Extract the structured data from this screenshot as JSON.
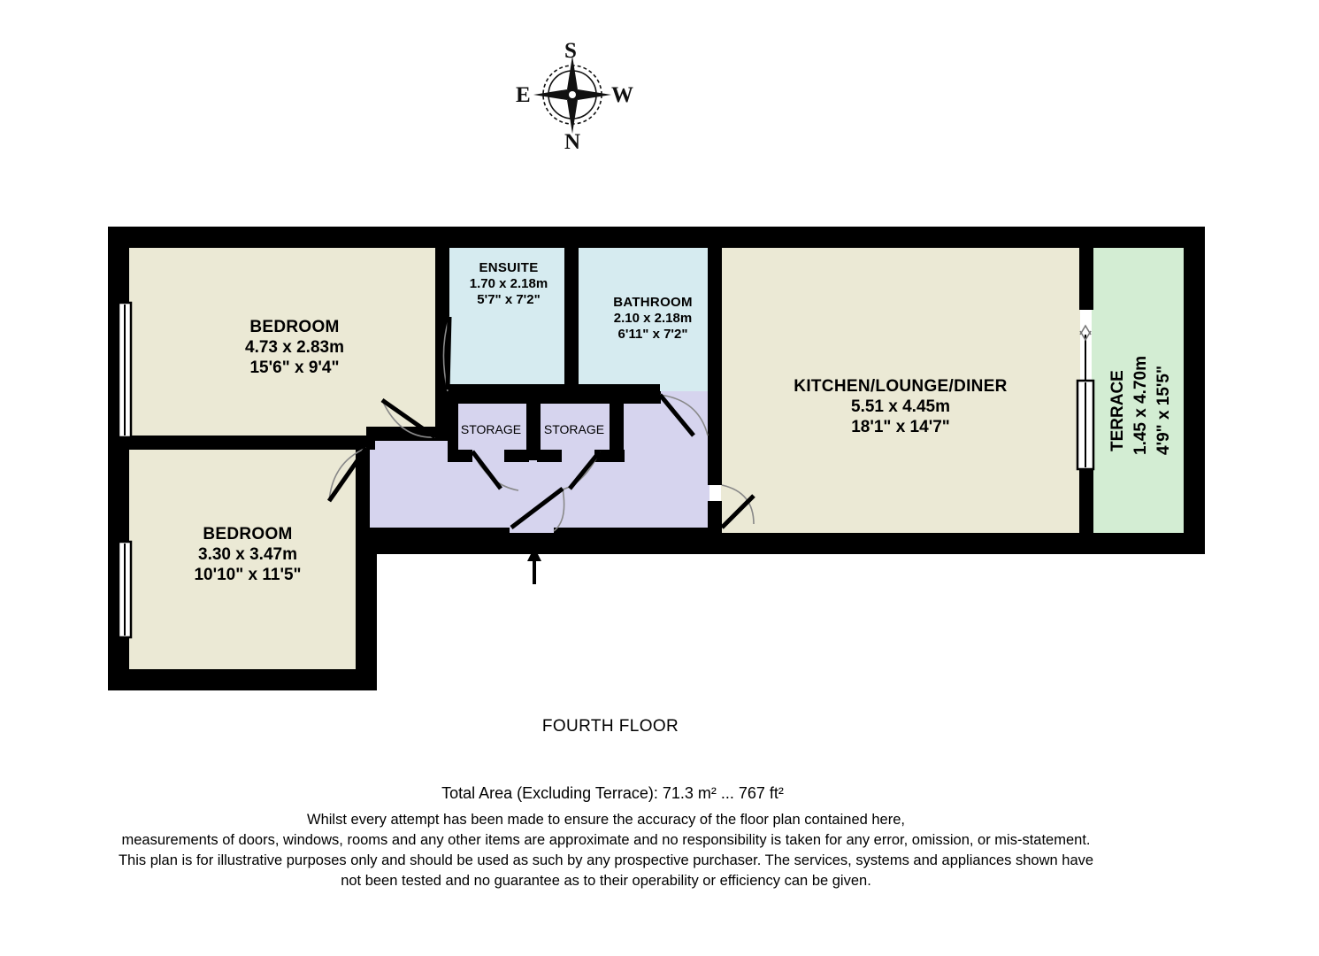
{
  "compass": {
    "name": "compass-rose",
    "north": "N",
    "south": "S",
    "east": "E",
    "west": "W"
  },
  "floor": {
    "label": "FOURTH FLOOR",
    "total_area": "Total Area (Excluding Terrace): 71.3 m² ... 767 ft²"
  },
  "colors": {
    "wall": "#000000",
    "room_cream": "#ebe9d5",
    "room_blue": "#d6ebf0",
    "room_lavender": "#d6d4ee",
    "room_green": "#d3edd3",
    "window_fill": "#ffffff",
    "background": "#ffffff"
  },
  "rooms": [
    {
      "key": "bedroom_1",
      "name": "BEDROOM",
      "metric": "4.73 x 2.83m",
      "imperial": "15'6\" x 9'4\"",
      "fill": "#ebe9d5"
    },
    {
      "key": "bedroom_2",
      "name": "BEDROOM",
      "metric": "3.30 x 3.47m",
      "imperial": "10'10\" x 11'5\"",
      "fill": "#ebe9d5"
    },
    {
      "key": "ensuite",
      "name": "ENSUITE",
      "metric": "1.70 x 2.18m",
      "imperial": "5'7\" x 7'2\"",
      "fill": "#d6ebf0"
    },
    {
      "key": "bathroom",
      "name": "BATHROOM",
      "metric": "2.10 x 2.18m",
      "imperial": "6'11\" x 7'2\"",
      "fill": "#d6ebf0"
    },
    {
      "key": "kitchen",
      "name": "KITCHEN/LOUNGE/DINER",
      "metric": "5.51 x 4.45m",
      "imperial": "18'1\" x 14'7\"",
      "fill": "#ebe9d5"
    },
    {
      "key": "terrace",
      "name": "TERRACE",
      "metric": "1.45 x 4.70m",
      "imperial": "4'9\" x 15'5\"",
      "fill": "#d3edd3"
    },
    {
      "key": "storage_1",
      "name": "STORAGE",
      "metric": "",
      "imperial": "",
      "fill": "#d6d4ee"
    },
    {
      "key": "storage_2",
      "name": "STORAGE",
      "metric": "",
      "imperial": "",
      "fill": "#d6d4ee"
    },
    {
      "key": "hallway",
      "name": "",
      "metric": "",
      "imperial": "",
      "fill": "#d6d4ee"
    }
  ],
  "disclaimer": {
    "line1": "Whilst every attempt has been made to ensure the accuracy of the floor plan contained here,",
    "line2": "measurements of doors, windows, rooms and any other items are approximate and no responsibility is taken for any error, omission, or mis-statement.",
    "line3": "This plan is for illustrative purposes only and should be used as such by any prospective purchaser. The services, systems and appliances shown have",
    "line4": "not been tested and no guarantee as to their operability or efficiency can be given."
  }
}
